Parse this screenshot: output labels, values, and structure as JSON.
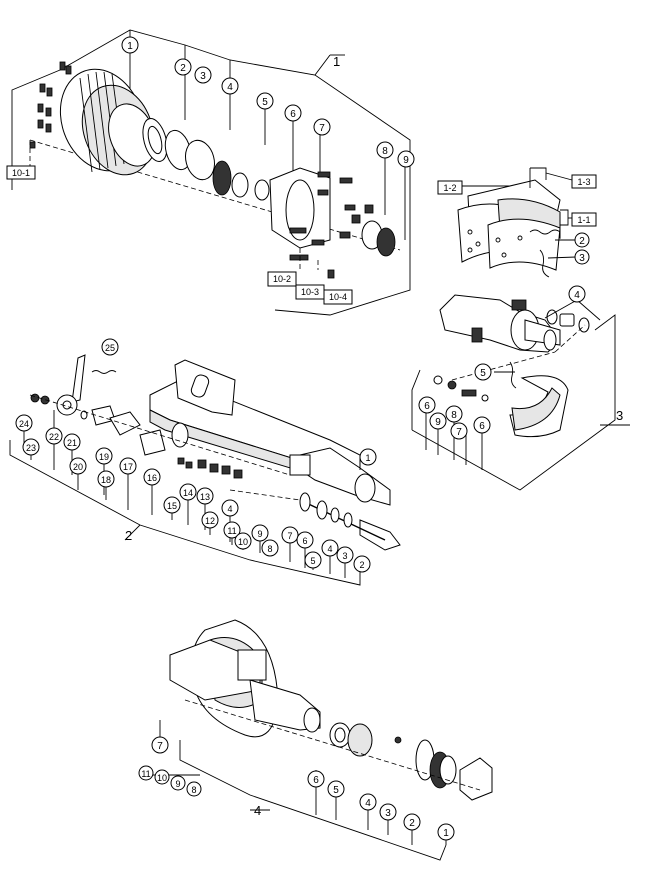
{
  "assemblies": {
    "a1": {
      "label": "1",
      "callouts": [
        "1",
        "2",
        "3",
        "4",
        "5",
        "6",
        "7",
        "8",
        "9"
      ],
      "refs": [
        "10-1",
        "10-2",
        "10-3",
        "10-4"
      ]
    },
    "a2": {
      "label": "2",
      "callouts": [
        "25",
        "24",
        "22",
        "21",
        "23",
        "20",
        "19",
        "18",
        "17",
        "16",
        "15",
        "14",
        "13",
        "12",
        "4",
        "11",
        "10",
        "9",
        "8",
        "7",
        "6",
        "5",
        "4",
        "3",
        "2",
        "1"
      ]
    },
    "a3": {
      "label": "3",
      "callouts": [
        "2",
        "3",
        "4",
        "5",
        "6",
        "9",
        "8",
        "7",
        "6"
      ],
      "refs": [
        "1-2",
        "1-3",
        "1-1"
      ]
    },
    "a4": {
      "label": "4",
      "callouts": [
        "7",
        "6",
        "5",
        "4",
        "3",
        "2",
        "1"
      ],
      "extra": [
        "11",
        "10",
        "9",
        "8"
      ]
    }
  }
}
